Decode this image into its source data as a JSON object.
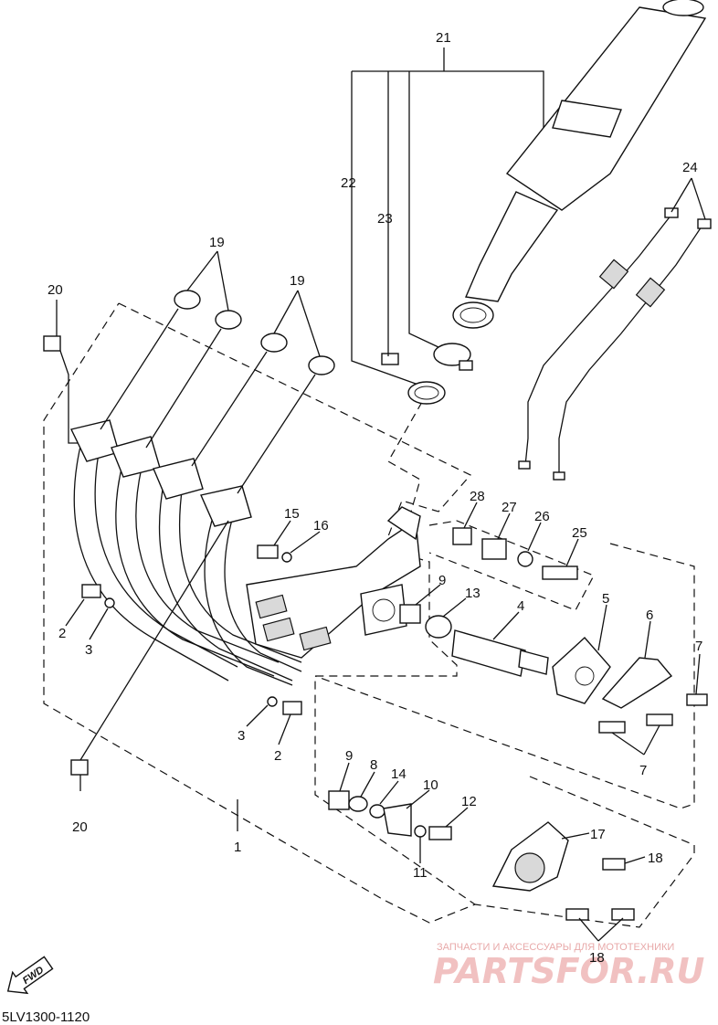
{
  "diagram_code": "5LV1300-1120",
  "fwd_label": "FWD",
  "watermark": {
    "caption": "ЗАПЧАСТИ И АКСЕССУАРЫ ДЛЯ МОТОТЕХНИКИ",
    "brand": "PARTSFOR.RU"
  },
  "callouts": [
    {
      "id": "c21",
      "text": "21"
    },
    {
      "id": "c22",
      "text": "22"
    },
    {
      "id": "c23",
      "text": "23"
    },
    {
      "id": "c24",
      "text": "24"
    },
    {
      "id": "c19a",
      "text": "19"
    },
    {
      "id": "c19b",
      "text": "19"
    },
    {
      "id": "c20a",
      "text": "20"
    },
    {
      "id": "c20b",
      "text": "20"
    },
    {
      "id": "c15",
      "text": "15"
    },
    {
      "id": "c16",
      "text": "16"
    },
    {
      "id": "c28",
      "text": "28"
    },
    {
      "id": "c27",
      "text": "27"
    },
    {
      "id": "c26",
      "text": "26"
    },
    {
      "id": "c25",
      "text": "25"
    },
    {
      "id": "c9a",
      "text": "9"
    },
    {
      "id": "c13",
      "text": "13"
    },
    {
      "id": "c4",
      "text": "4"
    },
    {
      "id": "c5",
      "text": "5"
    },
    {
      "id": "c6",
      "text": "6"
    },
    {
      "id": "c7a",
      "text": "7"
    },
    {
      "id": "c7b",
      "text": "7"
    },
    {
      "id": "c2a",
      "text": "2"
    },
    {
      "id": "c3a",
      "text": "3"
    },
    {
      "id": "c3b",
      "text": "3"
    },
    {
      "id": "c2b",
      "text": "2"
    },
    {
      "id": "c1",
      "text": "1"
    },
    {
      "id": "c9b",
      "text": "9"
    },
    {
      "id": "c8",
      "text": "8"
    },
    {
      "id": "c14",
      "text": "14"
    },
    {
      "id": "c10",
      "text": "10"
    },
    {
      "id": "c12",
      "text": "12"
    },
    {
      "id": "c11",
      "text": "11"
    },
    {
      "id": "c17",
      "text": "17"
    },
    {
      "id": "c18a",
      "text": "18"
    },
    {
      "id": "c18b",
      "text": "18"
    }
  ]
}
